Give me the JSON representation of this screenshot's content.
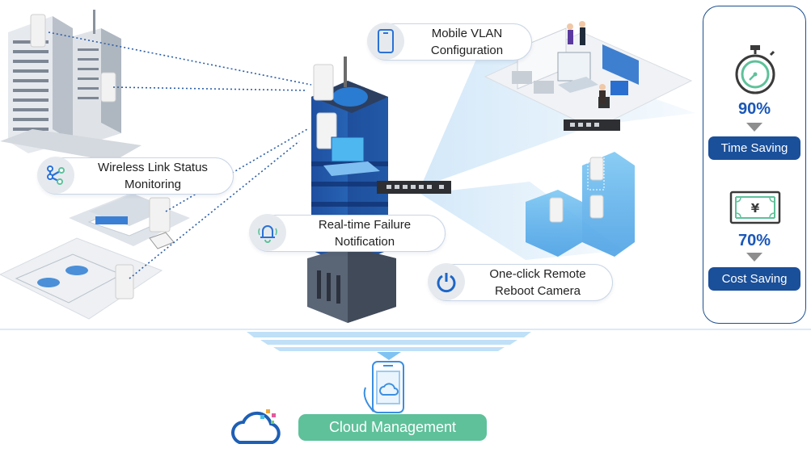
{
  "callouts": {
    "mobile_vlan": [
      "Mobile VLAN",
      "Configuration"
    ],
    "wireless_link": [
      "Wireless Link Status",
      "Monitoring"
    ],
    "failure": [
      "Real-time Failure",
      "Notification"
    ],
    "reboot": [
      "One-click Remote",
      "Reboot Camera"
    ]
  },
  "sidebar": {
    "time_pct": "90%",
    "time_label": "Time Saving",
    "cost_pct": "70%",
    "cost_label": "Cost Saving",
    "currency_symbol": "¥"
  },
  "cloud": {
    "label": "Cloud Management"
  },
  "colors": {
    "navy": "#1a4f9a",
    "accent_blue": "#1a57b8",
    "green": "#5ec19a",
    "light_blue": "#cfe6f8"
  },
  "icons": [
    "phone-icon",
    "link-nodes-icon",
    "bell-icon",
    "power-icon",
    "stopwatch-icon",
    "banknote-icon",
    "cloud-icon",
    "smartphone-cloud-icon"
  ]
}
